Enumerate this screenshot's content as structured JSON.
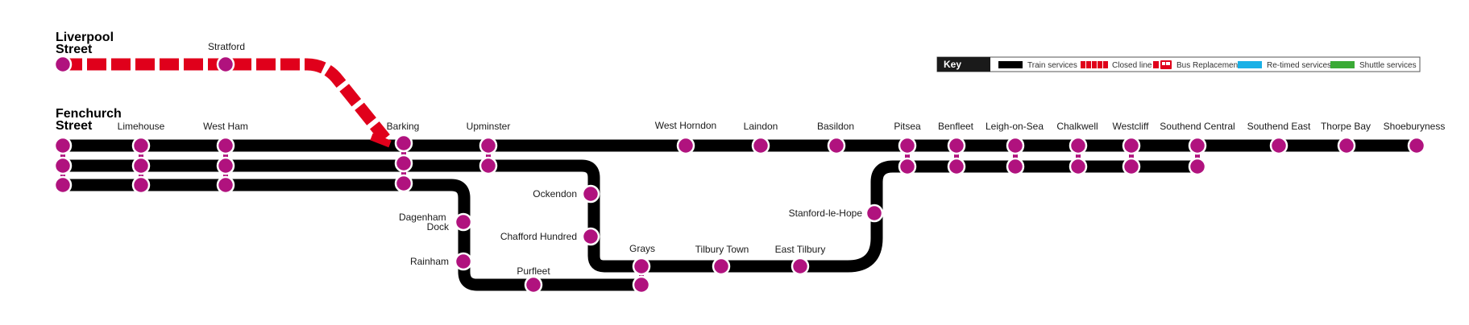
{
  "colors": {
    "train": "#000000",
    "closed": "#e0001b",
    "station": "#b0127e",
    "retimed": "#1ab0e6",
    "shuttle": "#3aaa35"
  },
  "termini": {
    "liverpool_street": [
      "Liverpool",
      "Street"
    ],
    "fenchurch_street": [
      "Fenchurch",
      "Street"
    ]
  },
  "stations": {
    "stratford": "Stratford",
    "limehouse": "Limehouse",
    "west_ham": "West Ham",
    "barking": "Barking",
    "upminster": "Upminster",
    "west_horndon": "West Horndon",
    "laindon": "Laindon",
    "basildon": "Basildon",
    "pitsea": "Pitsea",
    "benfleet": "Benfleet",
    "leigh_on_sea": "Leigh-on-Sea",
    "chalkwell": "Chalkwell",
    "westcliff": "Westcliff",
    "southend_central": "Southend Central",
    "southend_east": "Southend East",
    "thorpe_bay": "Thorpe Bay",
    "shoeburyness": "Shoeburyness",
    "ockendon": "Ockendon",
    "chafford_hundred": "Chafford Hundred",
    "dagenham_dock": [
      "Dagenham",
      "Dock"
    ],
    "rainham": "Rainham",
    "purfleet": "Purfleet",
    "grays": "Grays",
    "tilbury_town": "Tilbury Town",
    "east_tilbury": "East Tilbury",
    "stanford_le_hope": "Stanford-le-Hope"
  },
  "key": {
    "title": "Key",
    "items": {
      "train": "Train services",
      "closed": "Closed line",
      "bus": "Bus Replacement",
      "retimed": "Re-timed services",
      "shuttle": "Shuttle services"
    }
  }
}
